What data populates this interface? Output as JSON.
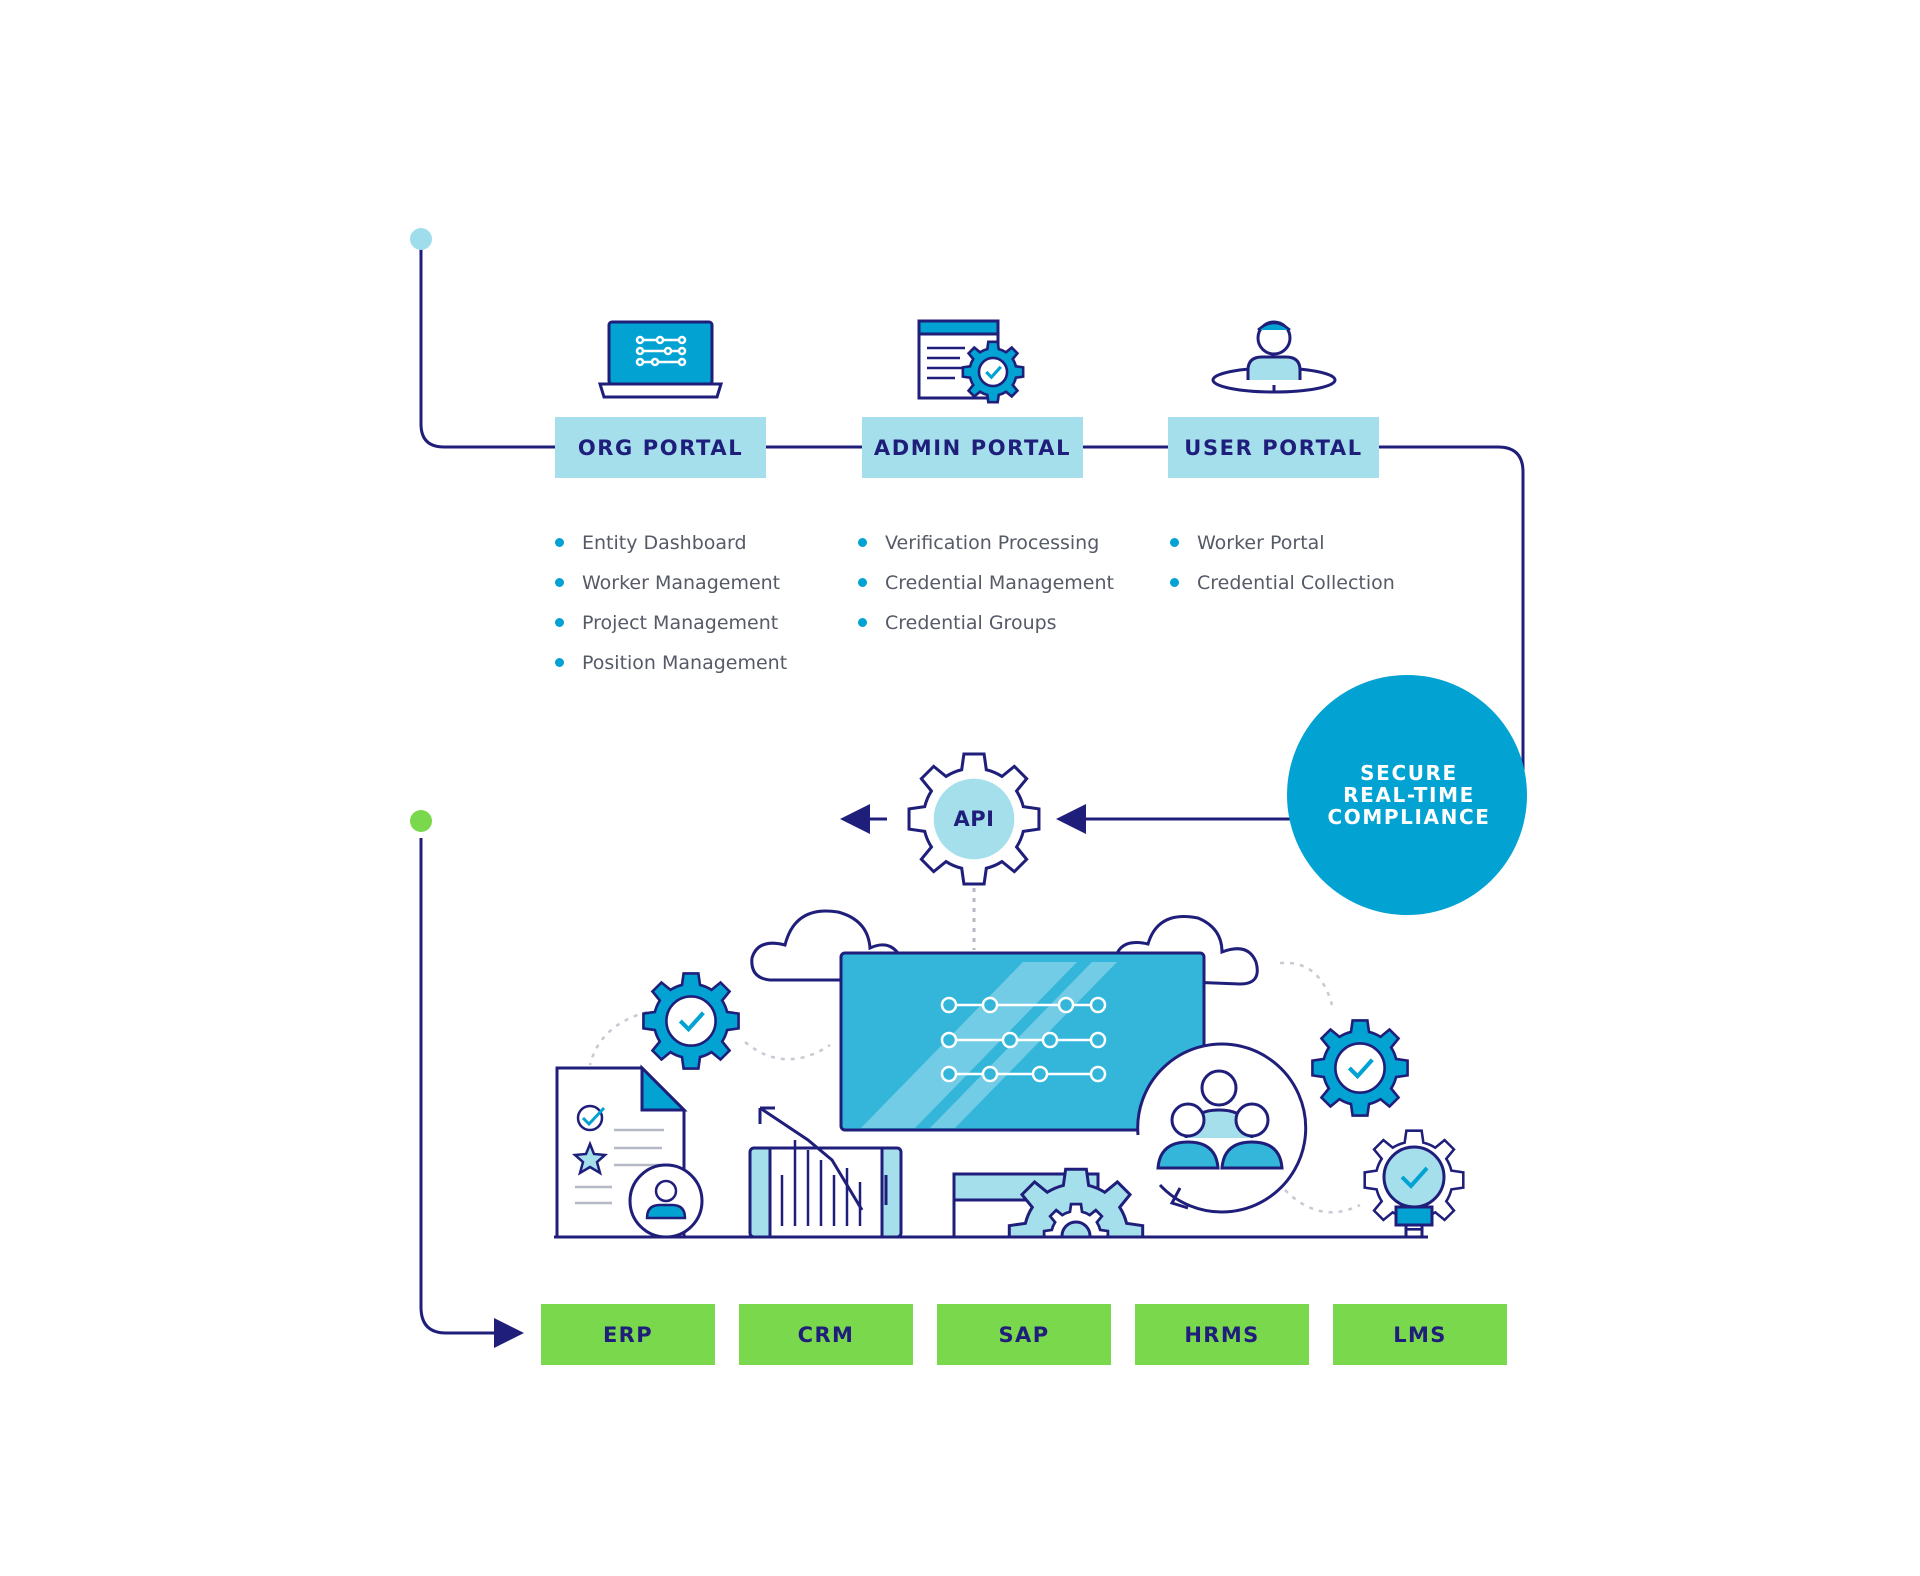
{
  "portals": [
    {
      "label": "ORG PORTAL",
      "icon": "laptop-dashboard-icon",
      "features": [
        "Entity Dashboard",
        "Worker Management",
        "Project Management",
        "Position Management"
      ]
    },
    {
      "label": "ADMIN PORTAL",
      "icon": "browser-gear-check-icon",
      "features": [
        "Verification Processing",
        "Credential Management",
        "Credential Groups"
      ]
    },
    {
      "label": "USER PORTAL",
      "icon": "user-ring-icon",
      "features": [
        "Worker Portal",
        "Credential Collection"
      ]
    }
  ],
  "compliance": {
    "lines": [
      "SECURE",
      "REAL-TIME",
      "COMPLIANCE"
    ]
  },
  "api": {
    "label": "API"
  },
  "systems": [
    "ERP",
    "CRM",
    "SAP",
    "HRMS",
    "LMS"
  ],
  "illustration": {
    "icons": [
      "cloud-icon",
      "monitor-dashboard-icon",
      "gear-check-icon",
      "document-checklist-icon",
      "bar-chart-tablet-icon",
      "team-circle-icon",
      "lightbulb-gear-icon",
      "gear-icon"
    ]
  },
  "colors": {
    "navy": "#1f1e7a",
    "light_blue": "#a5dfec",
    "bright_blue": "#02a3d3",
    "green": "#7ad84d",
    "start_dot": "#9fdcec"
  }
}
